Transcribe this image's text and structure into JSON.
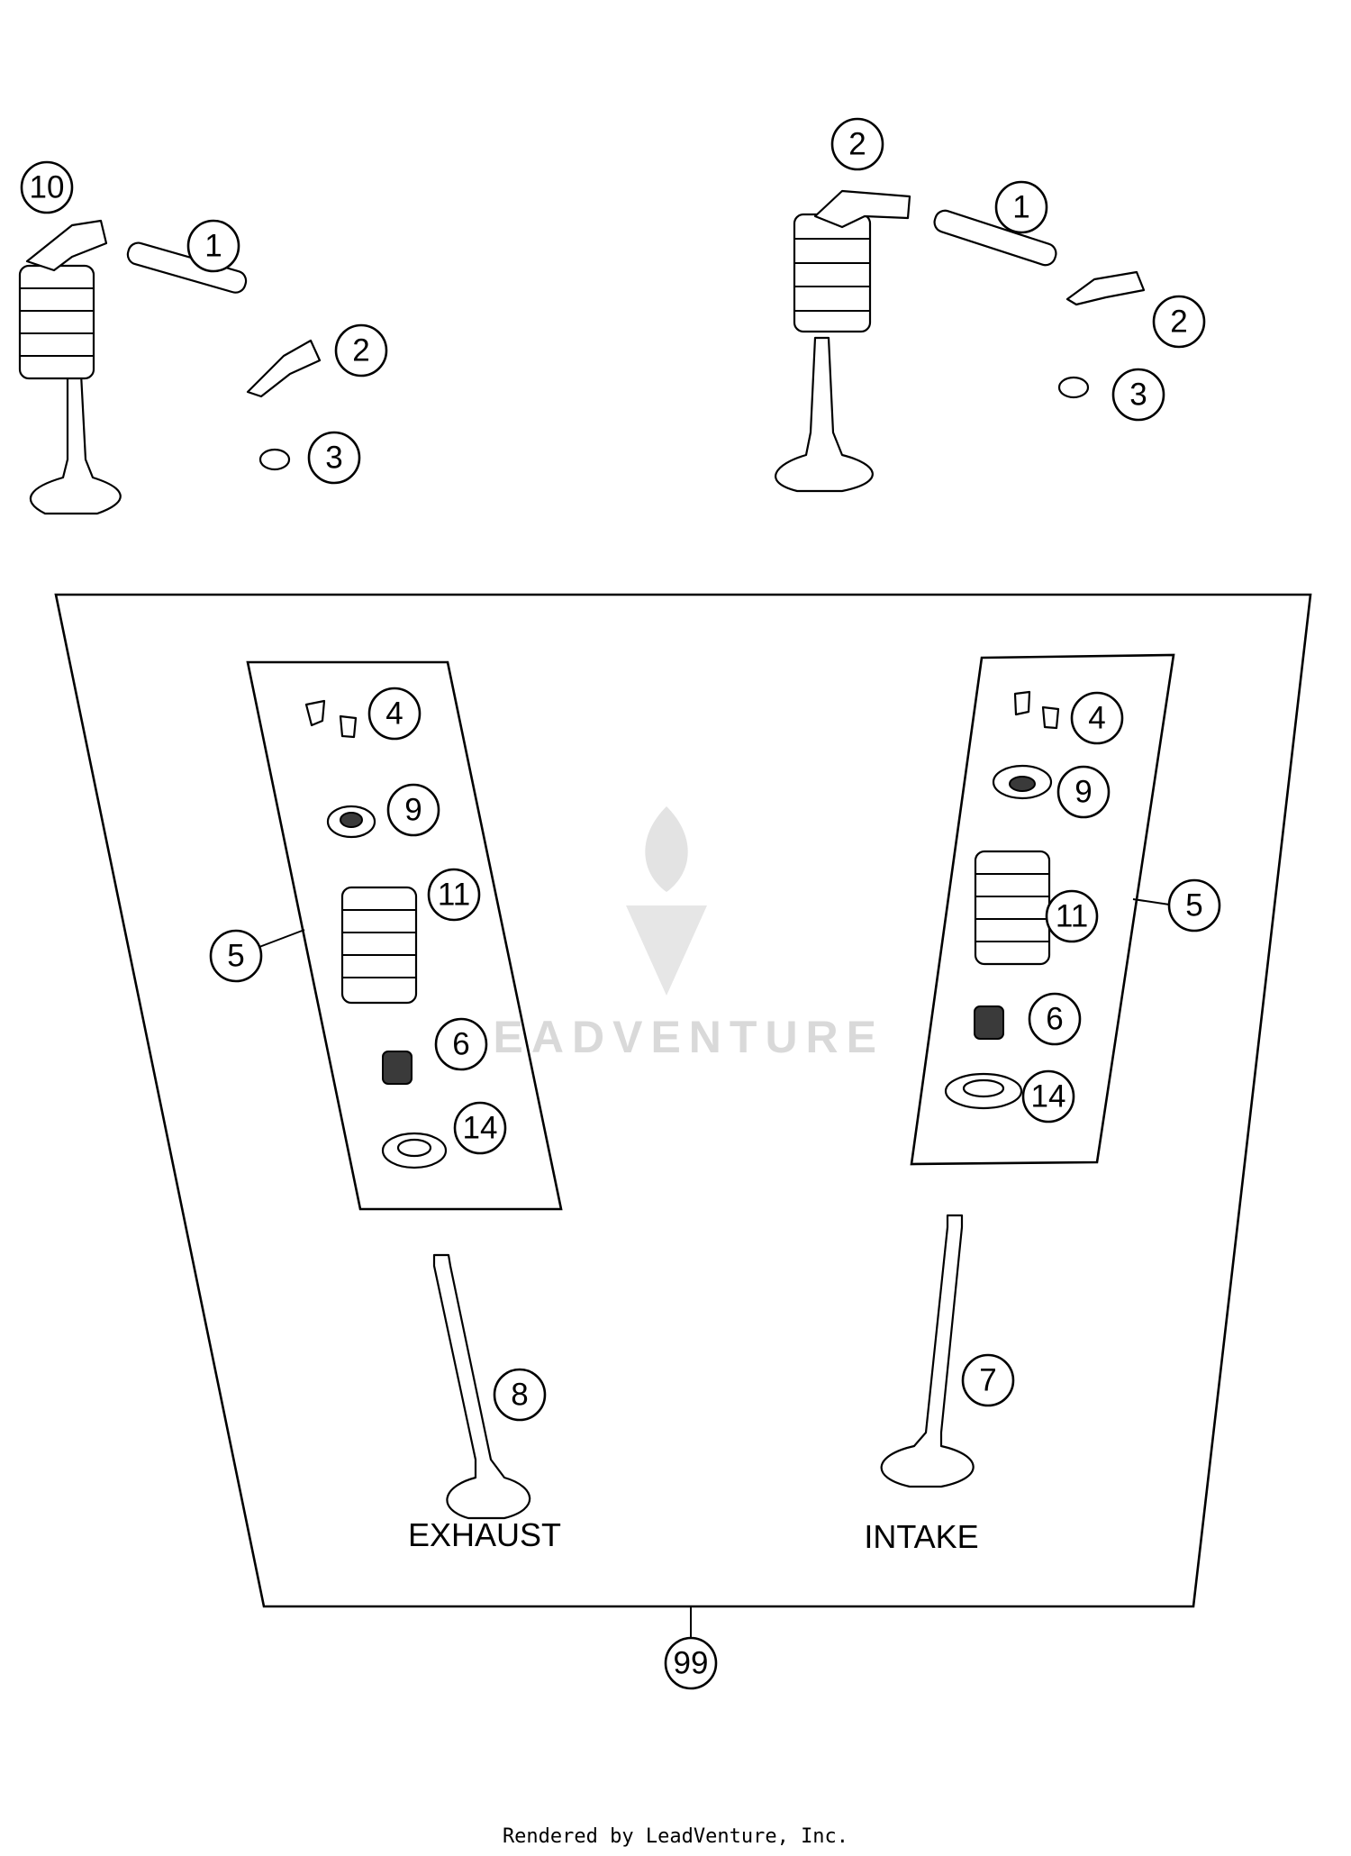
{
  "callouts": {
    "c10": "10",
    "c1a": "1",
    "c2a": "2",
    "c3a": "3",
    "c2b": "2",
    "c1b": "1",
    "c2c": "2",
    "c3b": "3",
    "c4a": "4",
    "c9a": "9",
    "c5a": "5",
    "c11a": "11",
    "c6a": "6",
    "c14a": "14",
    "c4b": "4",
    "c9b": "9",
    "c5b": "5",
    "c11b": "11",
    "c6b": "6",
    "c14b": "14",
    "c8": "8",
    "c7": "7",
    "c99": "99"
  },
  "labels": {
    "exhaust": "EXHAUST",
    "intake": "INTAKE"
  },
  "watermark": "LEADVENTURE",
  "footer": "Rendered by LeadVenture, Inc."
}
